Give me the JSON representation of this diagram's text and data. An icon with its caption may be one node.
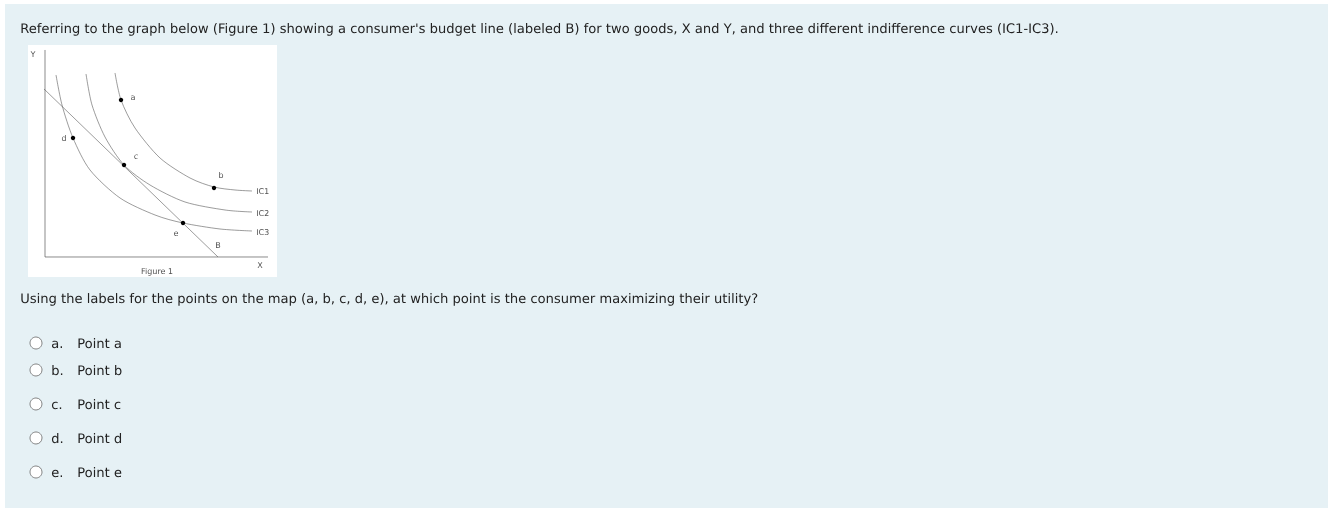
{
  "diagram": {
    "labels": [
      "Referring to the graph below (Figure 1) showing a consumer's budget line (labeled B) for two goods, X and Y, and three different indifference curves (IC1-IC3).",
      "Y",
      "a",
      "d",
      "c",
      "b",
      "IC1",
      "IC2",
      "e",
      "IC3",
      "B",
      "X",
      "Figure 1",
      "Using the labels for the points on the map (a, b, c, d, e), at which point is the consumer maximizing their utility?",
      "a.",
      "Point a",
      "b.",
      "Point b",
      "c.",
      "Point c",
      "d.",
      "Point d",
      "e.",
      "Point e"
    ]
  }
}
